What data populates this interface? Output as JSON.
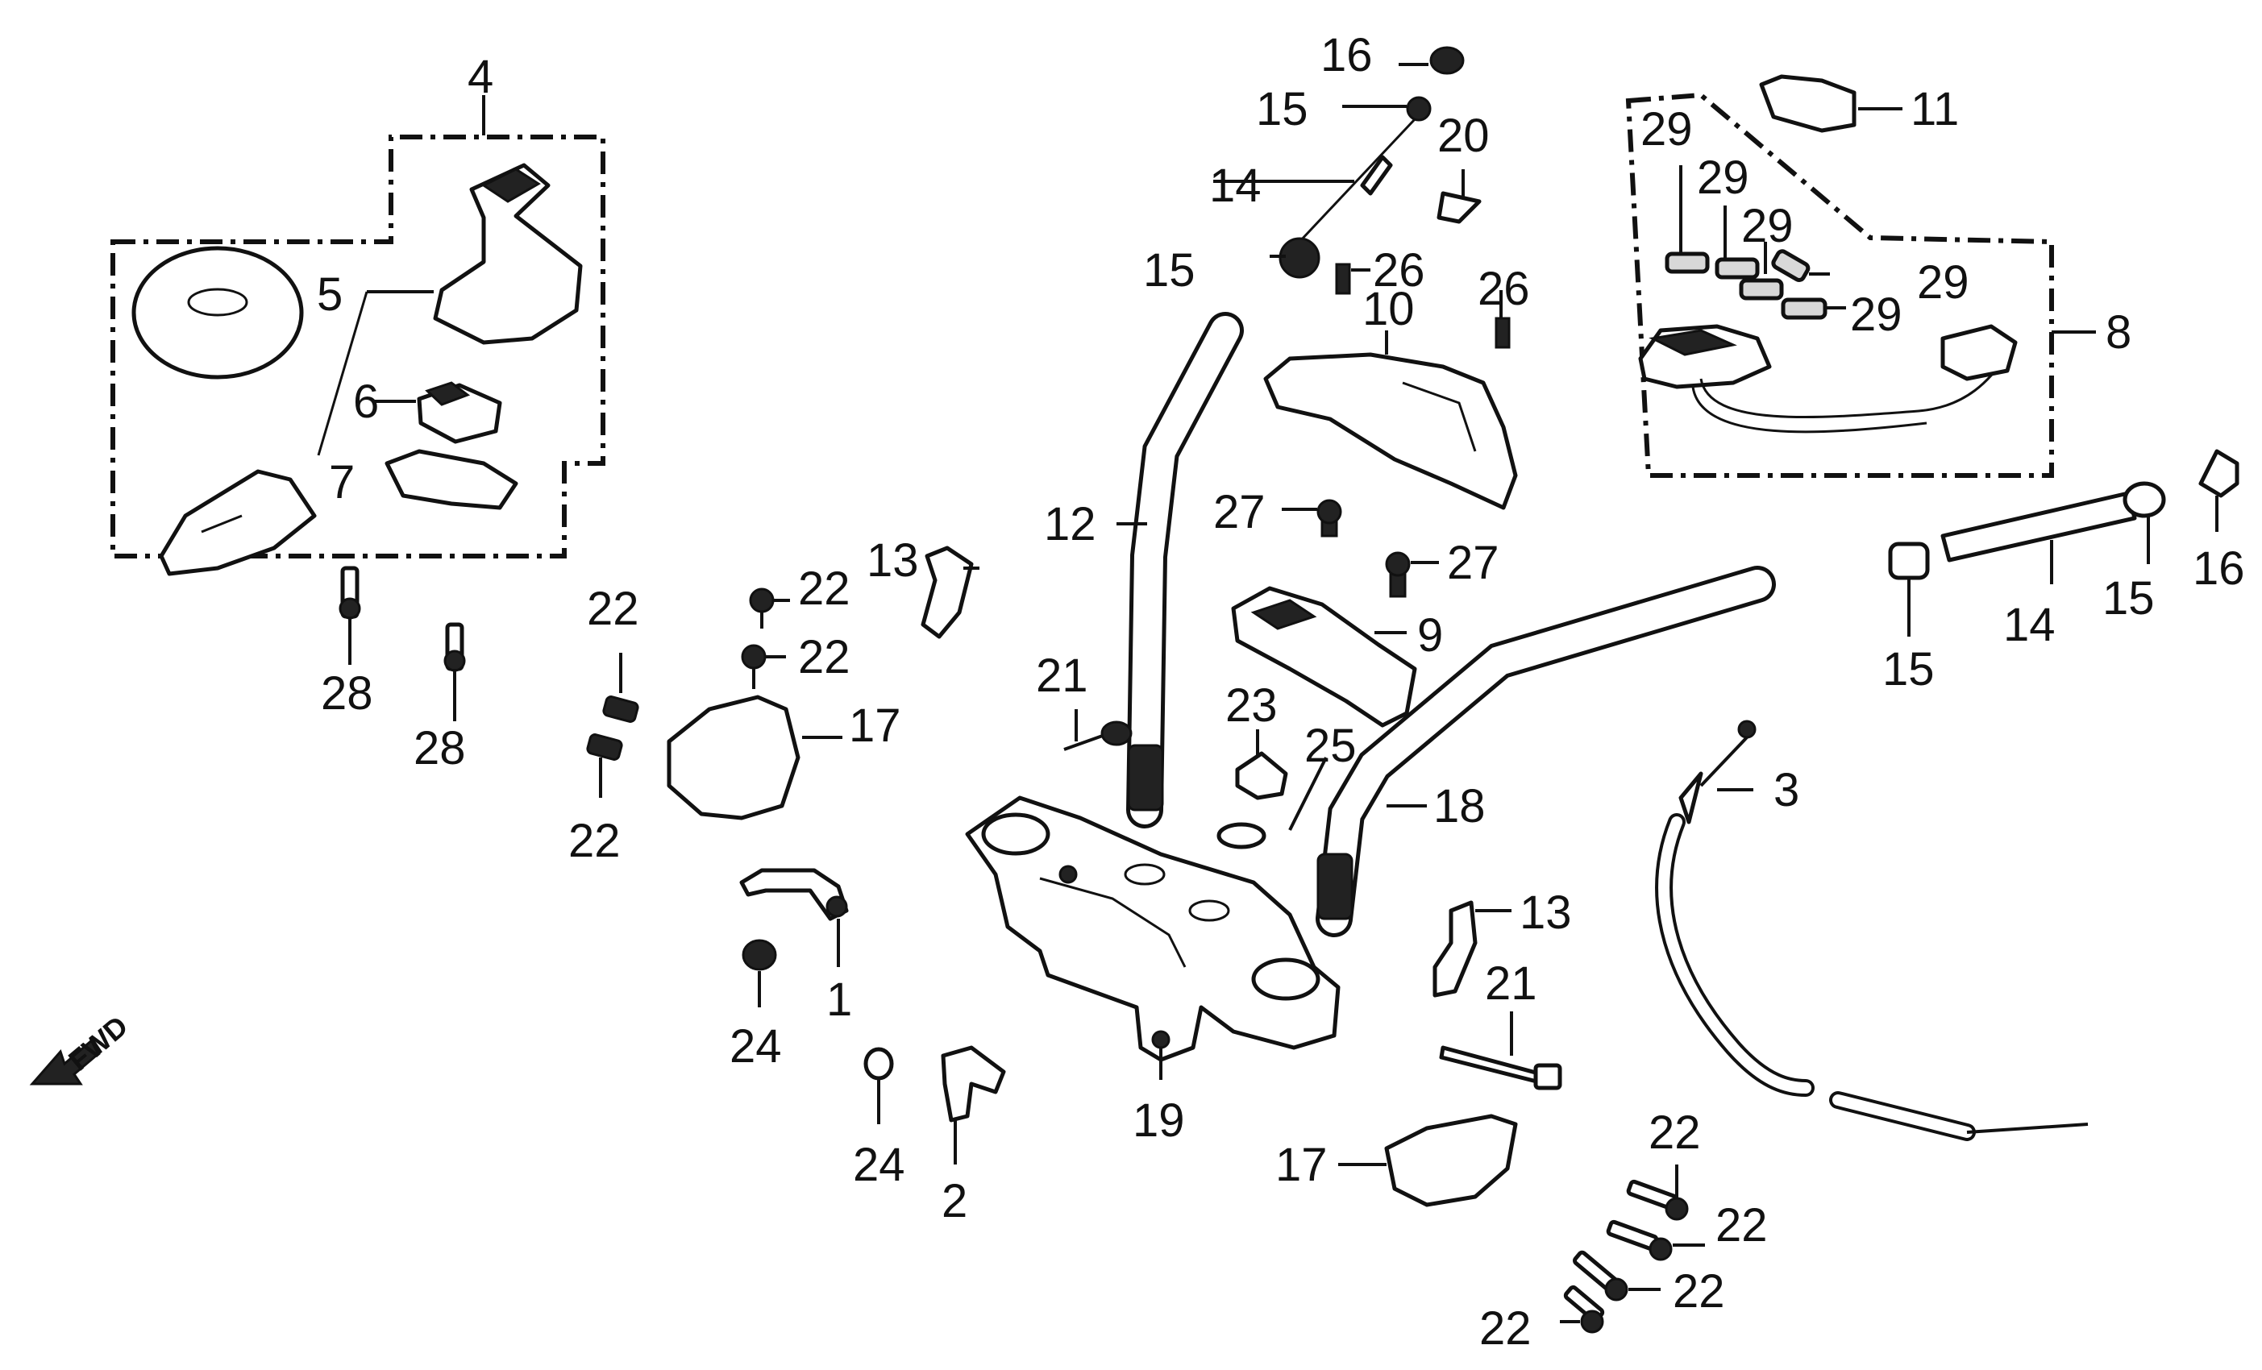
{
  "callouts": [
    {
      "id": "c4",
      "text": "4"
    },
    {
      "id": "c5",
      "text": "5"
    },
    {
      "id": "c6",
      "text": "6"
    },
    {
      "id": "c7",
      "text": "7"
    },
    {
      "id": "c28a",
      "text": "28"
    },
    {
      "id": "c28b",
      "text": "28"
    },
    {
      "id": "c16a",
      "text": "16"
    },
    {
      "id": "c15a",
      "text": "15"
    },
    {
      "id": "c20",
      "text": "20"
    },
    {
      "id": "c14a",
      "text": "14"
    },
    {
      "id": "c15b",
      "text": "15"
    },
    {
      "id": "c26a",
      "text": "26"
    },
    {
      "id": "c26b",
      "text": "26"
    },
    {
      "id": "c10",
      "text": "10"
    },
    {
      "id": "c11",
      "text": "11"
    },
    {
      "id": "c29a",
      "text": "29"
    },
    {
      "id": "c29b",
      "text": "29"
    },
    {
      "id": "c29c",
      "text": "29"
    },
    {
      "id": "c29d",
      "text": "29"
    },
    {
      "id": "c29e",
      "text": "29"
    },
    {
      "id": "c8",
      "text": "8"
    },
    {
      "id": "c12",
      "text": "12"
    },
    {
      "id": "c27a",
      "text": "27"
    },
    {
      "id": "c27b",
      "text": "27"
    },
    {
      "id": "c9",
      "text": "9"
    },
    {
      "id": "c13a",
      "text": "13"
    },
    {
      "id": "c22a",
      "text": "22"
    },
    {
      "id": "c22b",
      "text": "22"
    },
    {
      "id": "c22c",
      "text": "22"
    },
    {
      "id": "c22d",
      "text": "22"
    },
    {
      "id": "c17a",
      "text": "17"
    },
    {
      "id": "c21a",
      "text": "21"
    },
    {
      "id": "c23",
      "text": "23"
    },
    {
      "id": "c25",
      "text": "25"
    },
    {
      "id": "c18",
      "text": "18"
    },
    {
      "id": "c3",
      "text": "3"
    },
    {
      "id": "c16b",
      "text": "16"
    },
    {
      "id": "c15c",
      "text": "15"
    },
    {
      "id": "c15d",
      "text": "15"
    },
    {
      "id": "c14b",
      "text": "14"
    },
    {
      "id": "c1",
      "text": "1"
    },
    {
      "id": "c24a",
      "text": "24"
    },
    {
      "id": "c24b",
      "text": "24"
    },
    {
      "id": "c2",
      "text": "2"
    },
    {
      "id": "c19",
      "text": "19"
    },
    {
      "id": "c13b",
      "text": "13"
    },
    {
      "id": "c21b",
      "text": "21"
    },
    {
      "id": "c17b",
      "text": "17"
    },
    {
      "id": "c22e",
      "text": "22"
    },
    {
      "id": "c22f",
      "text": "22"
    },
    {
      "id": "c22g",
      "text": "22"
    },
    {
      "id": "c22h",
      "text": "22"
    }
  ],
  "direction_marker": "FWD"
}
